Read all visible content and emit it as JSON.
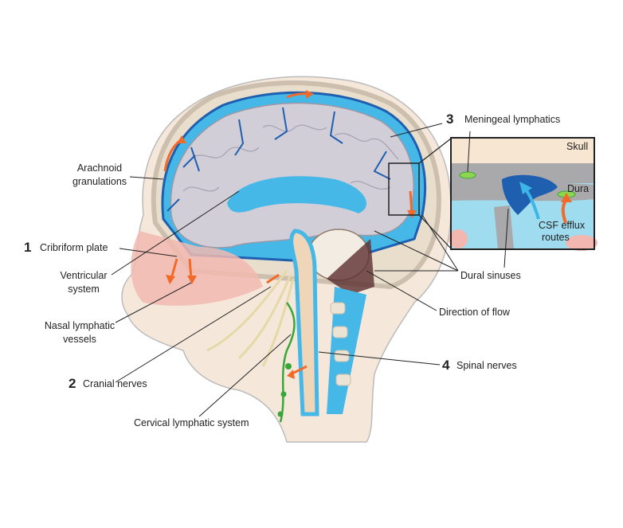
{
  "title": "CSF drainage pathways of the head",
  "labels": {
    "arachnoid_1": "Arachnoid",
    "arachnoid_2": "granulations",
    "cribriform_num": "1",
    "cribriform": "Cribriform plate",
    "ventricular_1": "Ventricular",
    "ventricular_2": "system",
    "nasal_1": "Nasal lymphatic",
    "nasal_2": "vessels",
    "cranial_num": "2",
    "cranial": "Cranial nerves",
    "cervical": "Cervical lymphatic system",
    "meningeal_num": "3",
    "meningeal": "Meningeal lymphatics",
    "dural": "Dural sinuses",
    "flow": "Direction of flow",
    "spinal_num": "4",
    "spinal": "Spinal nerves"
  },
  "inset": {
    "skull": "Skull",
    "dura": "Dura",
    "csf_1": "CSF efflux",
    "csf_2": "routes"
  },
  "colors": {
    "csf": "#3db5e6",
    "sinus": "#1f5fb0",
    "flow_arrow": "#f26a2a",
    "lymph": "#3aa63a",
    "brain": "#cfccd6",
    "skin": "#f3e2cf"
  }
}
